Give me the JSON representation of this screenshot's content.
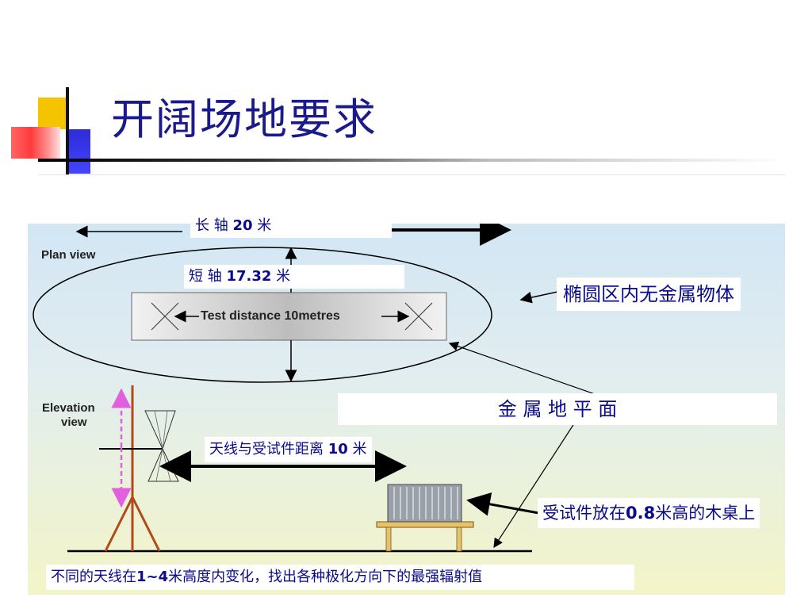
{
  "slide": {
    "title": "开阔场地要求"
  },
  "diagram": {
    "plan_view_label": "Plan view",
    "elevation_view_label_1": "Elevation",
    "elevation_view_label_2": "view",
    "test_distance_label": "Test distance 10metres"
  },
  "annotations": {
    "major_axis": {
      "prefix": "长 轴 ",
      "value": "20",
      "suffix": " 米"
    },
    "minor_axis": {
      "prefix": "短 轴 ",
      "value": "17.32",
      "suffix": " 米"
    },
    "ellipse_note": "椭圆区内无金属物体",
    "ground_plane": "金 属 地 平 面",
    "antenna_distance": {
      "prefix": "天线与受试件距离 ",
      "value": "10",
      "suffix": " 米"
    },
    "eut_table": {
      "prefix": "受试件放在",
      "value": "0.8",
      "suffix": "米高的木桌上"
    },
    "antenna_height": {
      "prefix": "不同的天线在",
      "value": "1~4",
      "suffix": "米高度内变化，找出各种极化方向下的最强辐射值"
    }
  },
  "colors": {
    "title": "#1a1a8c",
    "label_text": "#0a0a8c",
    "mast": "#b04a1a",
    "height_arrow": "#e060e0"
  }
}
